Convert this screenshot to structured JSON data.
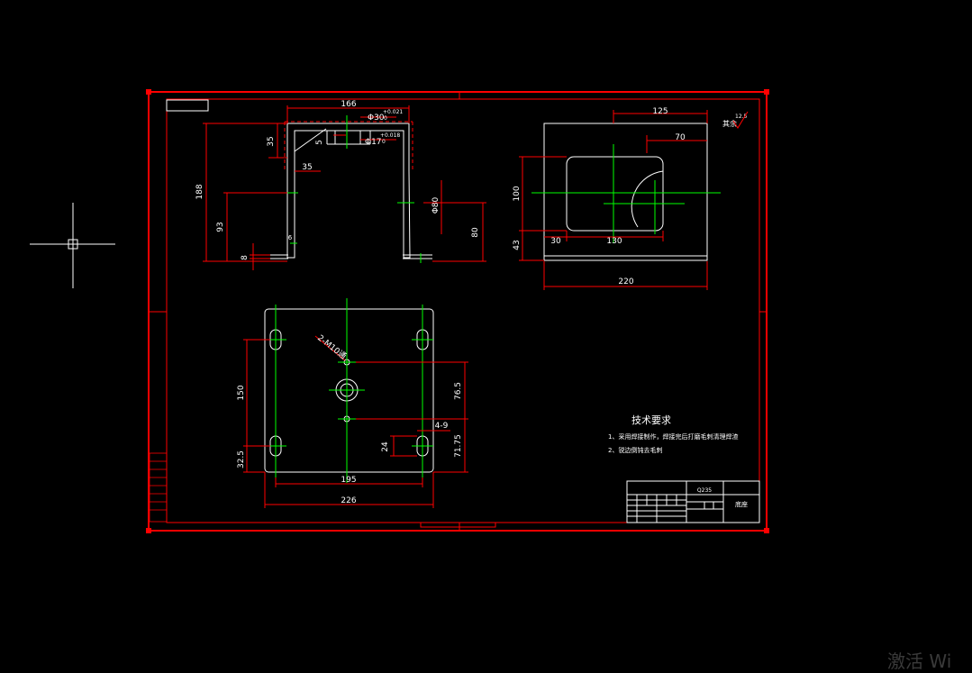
{
  "colors": {
    "background": "#000000",
    "outline": "#ffffff",
    "frame": "#ff0000",
    "dimension": "#ff0000",
    "centerline": "#00ff00",
    "title_block": "#ffffff"
  },
  "cursor": {
    "icon": "crosshair-icon"
  },
  "front_view": {
    "dims": {
      "width_top": "166",
      "total_height": "188",
      "height_93": "93",
      "flange_35": "35",
      "flange_35b": "35",
      "thickness": "8",
      "small_6": "6",
      "small_5": "5",
      "dia_30": "Φ30",
      "tolerance": "+0.021",
      "tol_zero": "0",
      "dia_17": "Φ17",
      "tol_b": "+0.018",
      "tol_b_zero": "0",
      "dia_80": "Φ80",
      "height_80": "80"
    }
  },
  "side_view": {
    "dims": {
      "top_125": "125",
      "top_70": "70",
      "height_100": "100",
      "height_43": "43",
      "bottom_30": "30",
      "bottom_130": "130",
      "total_220": "220"
    },
    "roughness": {
      "label": "其余",
      "value": "12.5"
    }
  },
  "plan_view": {
    "dims": {
      "callout_holes": "2-M10通",
      "height_150": "150",
      "height_32_5": "32.5",
      "height_76_5": "76.5",
      "height_71_75": "71.75",
      "slot_24": "24",
      "slot_count": "4-9",
      "width_195": "195",
      "width_226": "226"
    }
  },
  "tech_req": {
    "title": "技术要求",
    "items": [
      "1、采用焊接制作，焊接完后打磨毛刺清理焊渣",
      "2、锐边倒钝去毛刺"
    ]
  },
  "title_block": {
    "part_name": "底座",
    "material": "Q235"
  },
  "watermark": "激活 Wi"
}
